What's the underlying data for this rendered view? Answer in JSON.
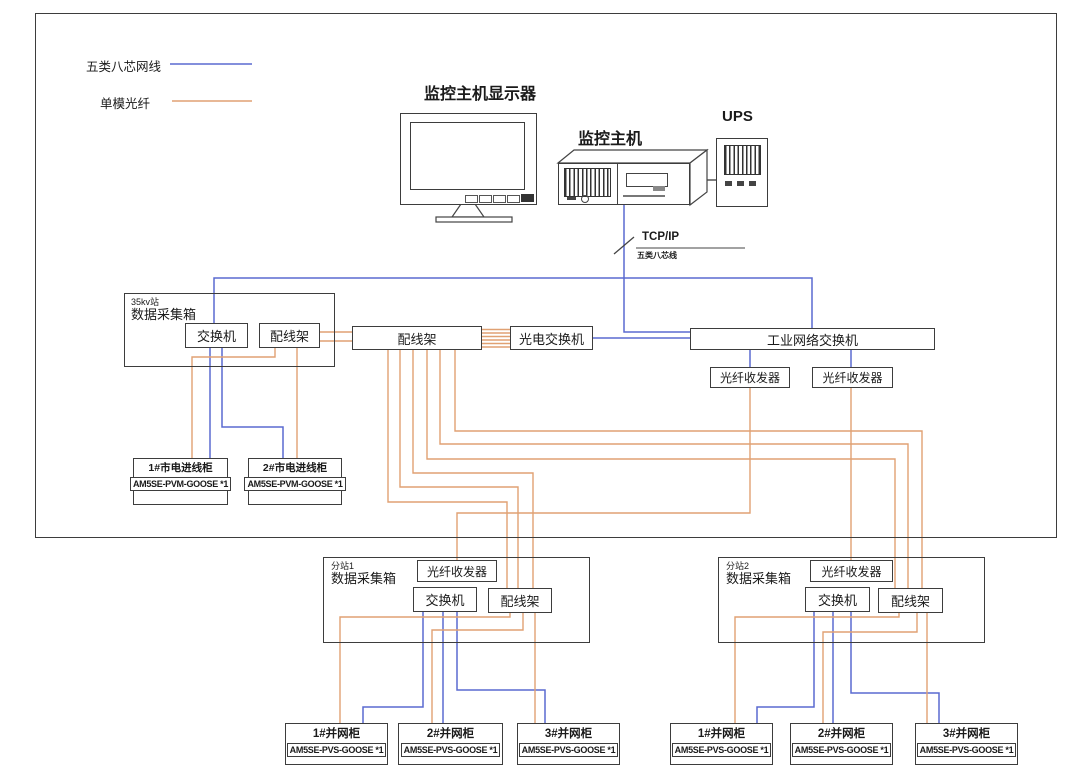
{
  "colors": {
    "network_cable_blue": "#5a6ad0",
    "fiber_orange": "#e0a173"
  },
  "legend": {
    "cat5_label": "五类八芯网线",
    "fiber_label": "单模光纤"
  },
  "top": {
    "monitor_label": "监控主机显示器",
    "host_label": "监控主机",
    "ups_label": "UPS",
    "tcpip_label": "TCP/IP",
    "tcpip_sub_label": "五类八芯线"
  },
  "station35kv": {
    "tag": "35kv站",
    "title": "数据采集箱",
    "switch_label": "交换机",
    "patch_panel_label": "配线架"
  },
  "mid": {
    "patch_panel_label": "配线架",
    "optical_switch_label": "光电交换机",
    "industrial_switch_label": "工业网络交换机",
    "transceiver1_label": "光纤收发器",
    "transceiver2_label": "光纤收发器"
  },
  "mains_cabinets": [
    {
      "title": "1#市电进线柜",
      "device": "AM5SE-PVM-GOOSE *1"
    },
    {
      "title": "2#市电进线柜",
      "device": "AM5SE-PVM-GOOSE *1"
    }
  ],
  "substation1": {
    "tag": "分站1",
    "title": "数据采集箱",
    "transceiver_label": "光纤收发器",
    "switch_label": "交换机",
    "patch_panel_label": "配线架",
    "cabinets": [
      {
        "title": "1#并网柜",
        "device": "AM5SE-PVS-GOOSE *1"
      },
      {
        "title": "2#并网柜",
        "device": "AM5SE-PVS-GOOSE *1"
      },
      {
        "title": "3#并网柜",
        "device": "AM5SE-PVS-GOOSE *1"
      }
    ]
  },
  "substation2": {
    "tag": "分站2",
    "title": "数据采集箱",
    "transceiver_label": "光纤收发器",
    "switch_label": "交换机",
    "patch_panel_label": "配线架",
    "cabinets": [
      {
        "title": "1#并网柜",
        "device": "AM5SE-PVS-GOOSE *1"
      },
      {
        "title": "2#并网柜",
        "device": "AM5SE-PVS-GOOSE *1"
      },
      {
        "title": "3#并网柜",
        "device": "AM5SE-PVS-GOOSE *1"
      }
    ]
  }
}
